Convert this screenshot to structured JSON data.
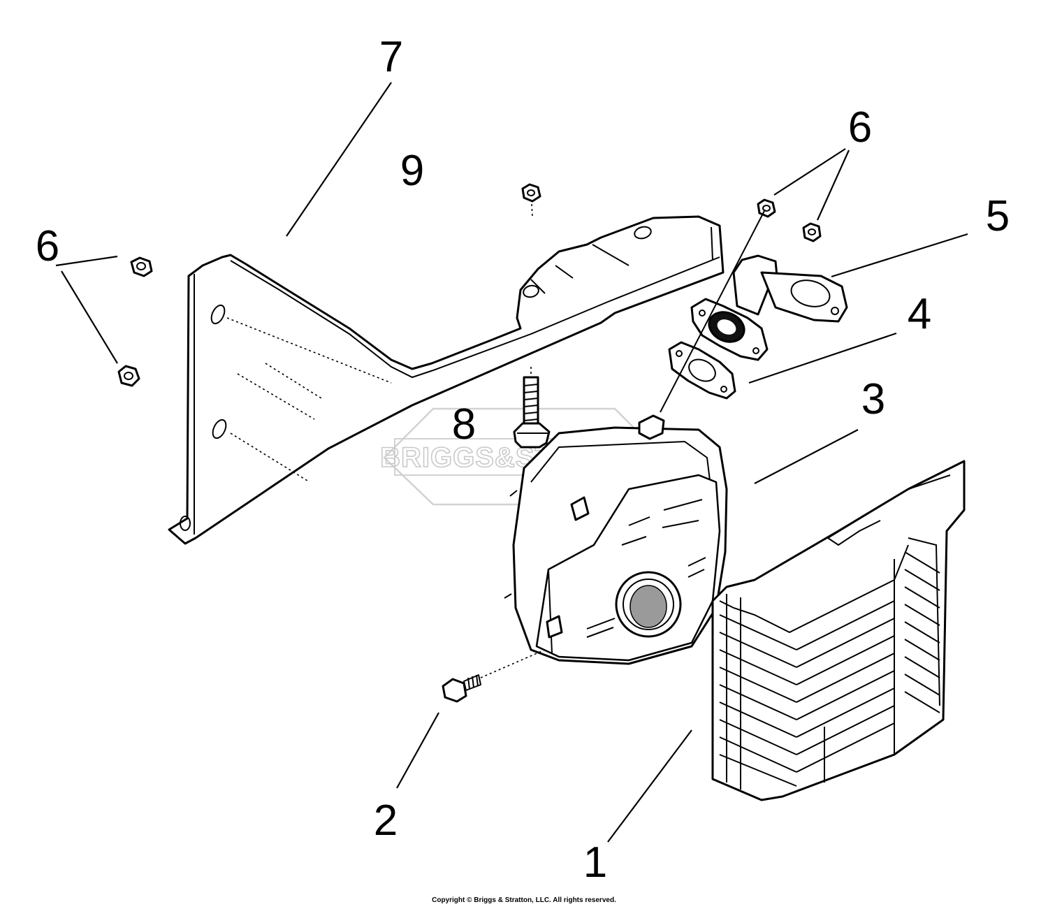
{
  "diagram": {
    "callouts": [
      {
        "id": "c1",
        "label": "1"
      },
      {
        "id": "c2",
        "label": "2"
      },
      {
        "id": "c3",
        "label": "3"
      },
      {
        "id": "c4",
        "label": "4"
      },
      {
        "id": "c5",
        "label": "5"
      },
      {
        "id": "c6a",
        "label": "6"
      },
      {
        "id": "c6b",
        "label": "6"
      },
      {
        "id": "c7",
        "label": "7"
      },
      {
        "id": "c8",
        "label": "8"
      },
      {
        "id": "c9",
        "label": "9"
      }
    ],
    "watermark": "BRIGGS&STRATTON"
  },
  "footer": {
    "copyright": "Copyright © Briggs & Stratton, LLC. All rights reserved."
  }
}
